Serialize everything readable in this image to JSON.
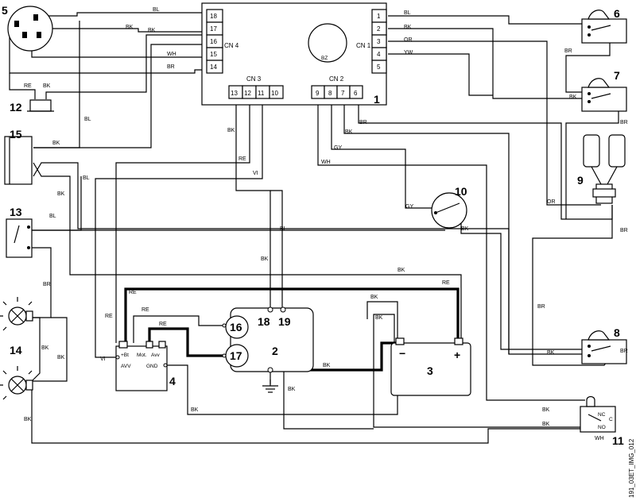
{
  "component_numbers": [
    "1",
    "2",
    "3",
    "4",
    "5",
    "6",
    "7",
    "8",
    "9",
    "10",
    "11",
    "12",
    "13",
    "14",
    "15",
    "16",
    "17",
    "18",
    "19"
  ],
  "connector_labels": {
    "cn1": "CN 1",
    "cn2": "CN 2",
    "cn3": "CN 3",
    "cn4": "CN 4",
    "bz": "BZ"
  },
  "cn1_pins": [
    "1",
    "2",
    "3",
    "4",
    "5"
  ],
  "cn2_pins": [
    "9",
    "8",
    "7",
    "6"
  ],
  "cn3_pins": [
    "13",
    "12",
    "11",
    "10"
  ],
  "cn4_pins": [
    "18",
    "17",
    "16",
    "15",
    "14"
  ],
  "module_labels": {
    "bt": "+Bt",
    "mot": "Mot.",
    "avv_top": "Avv",
    "avv": "AVV",
    "gnd": "GND"
  },
  "battery_labels": {
    "minus": "−",
    "plus": "+"
  },
  "switch_labels": {
    "nc": "NC",
    "c": "C",
    "no": "NO"
  },
  "wire_colors": {
    "bl": "BL",
    "bk": "BK",
    "re": "RE",
    "br": "BR",
    "or": "OR",
    "yw": "YW",
    "wh": "WH",
    "gy": "GY",
    "vi": "VI"
  },
  "figure_code": "191_03ET_IMG_012"
}
